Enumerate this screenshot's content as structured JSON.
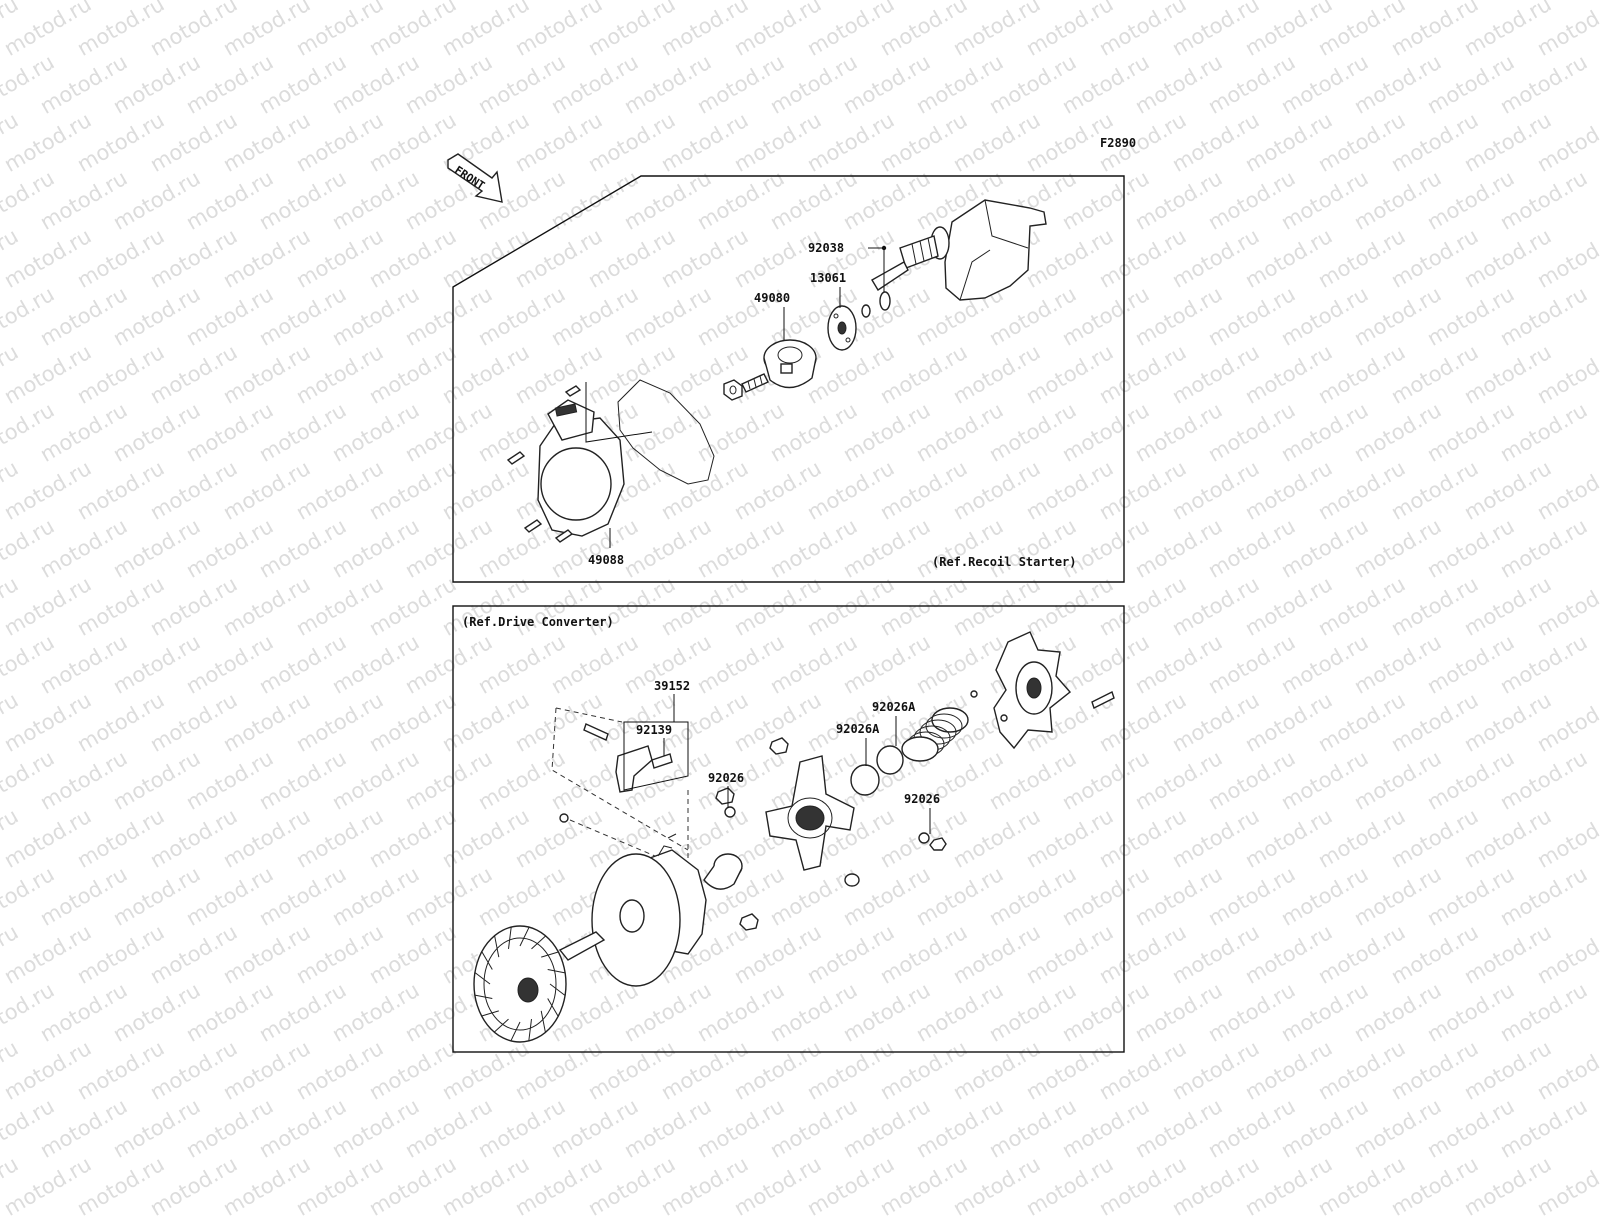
{
  "figure_code": "F2890",
  "front_label": "FRONT",
  "watermark": "motod.ru",
  "upper_panel": {
    "reference": "(Ref.Recoil Starter)",
    "parts": [
      "92038",
      "13061",
      "49080",
      "49088"
    ]
  },
  "lower_panel": {
    "reference": "(Ref.Drive Converter)",
    "parts": [
      "39152",
      "92139",
      "92026A",
      "92026A",
      "92026",
      "92026"
    ]
  }
}
